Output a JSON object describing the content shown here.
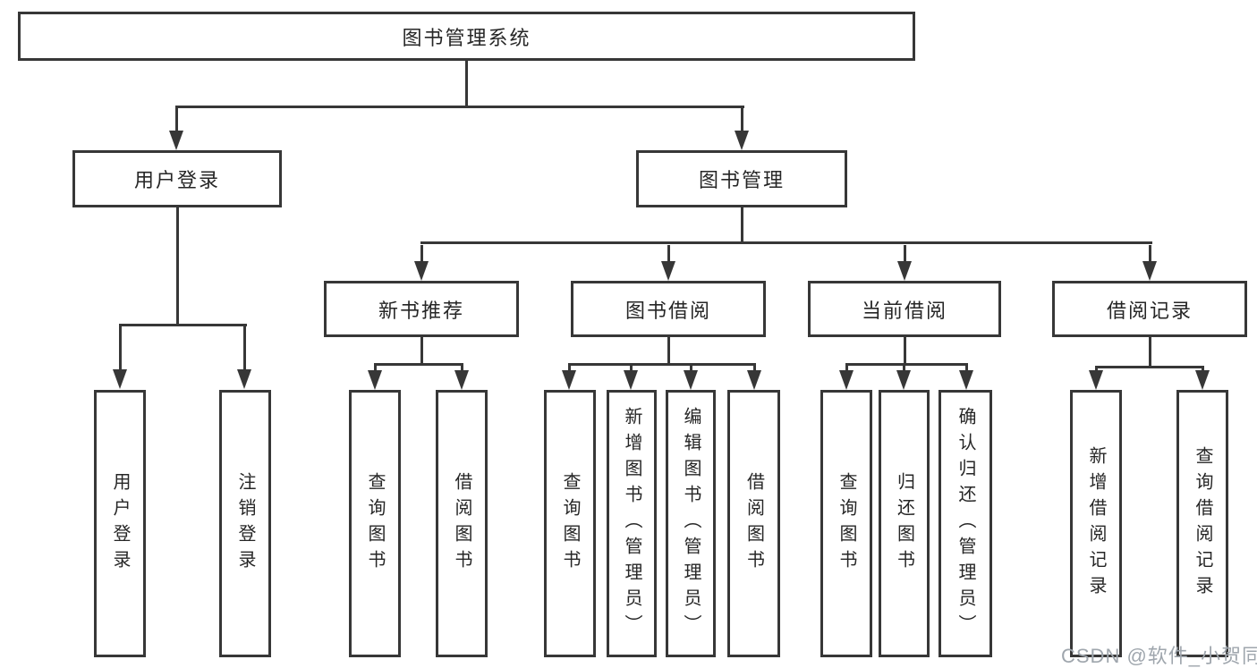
{
  "diagram": {
    "root": {
      "label": "图书管理系统"
    },
    "user_login": {
      "label": "用户登录",
      "children": {
        "login": {
          "label": "用户登录"
        },
        "logout": {
          "label": "注销登录"
        }
      }
    },
    "book_management": {
      "label": "图书管理",
      "children": {
        "new_book_recommend": {
          "label": "新书推荐",
          "children": {
            "query_book": {
              "label": "查询图书"
            },
            "borrow_book": {
              "label": "借阅图书"
            }
          }
        },
        "book_borrow": {
          "label": "图书借阅",
          "children": {
            "query_book": {
              "label": "查询图书"
            },
            "add_book": {
              "label": "新增图书（管理员）"
            },
            "edit_book": {
              "label": "编辑图书（管理员）"
            },
            "borrow_book": {
              "label": "借阅图书"
            }
          }
        },
        "current_borrow": {
          "label": "当前借阅",
          "children": {
            "query_book": {
              "label": "查询图书"
            },
            "return_book": {
              "label": "归还图书"
            },
            "confirm_return": {
              "label": "确认归还（管理员）"
            }
          }
        },
        "borrow_records": {
          "label": "借阅记录",
          "children": {
            "add_record": {
              "label": "新增借阅记录"
            },
            "query_record": {
              "label": "查询借阅记录"
            }
          }
        }
      }
    }
  },
  "watermark": {
    "text": "CSDN @软件_小贺同学"
  },
  "colors": {
    "line": "#373737",
    "text": "#262626",
    "watermark": "#9fa6ad",
    "background": "#ffffff"
  }
}
